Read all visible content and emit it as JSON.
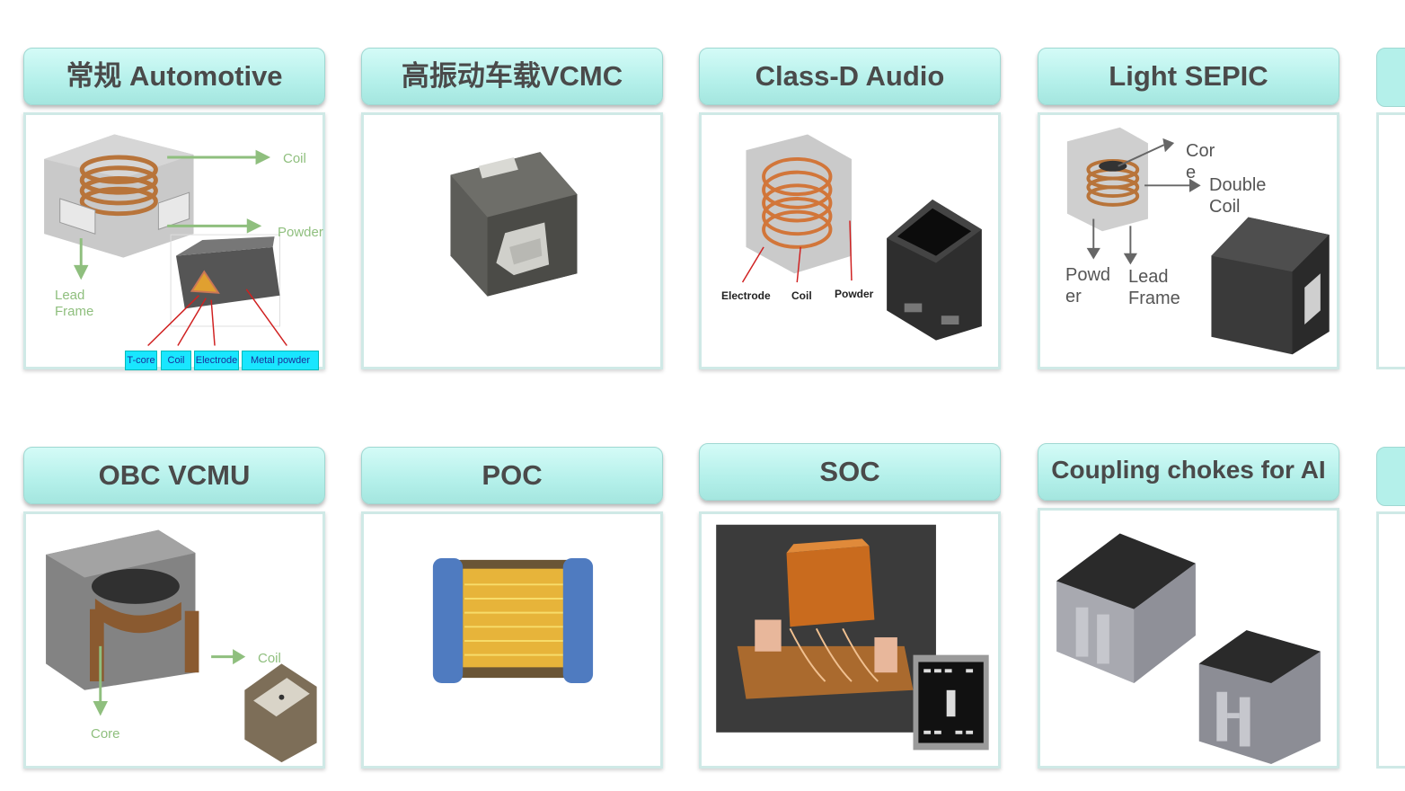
{
  "tiles": [
    {
      "title": "常规 Automotive",
      "labels": {
        "coil": "Coil",
        "powder": "Powder",
        "lead_frame": "Lead\nFrame"
      },
      "chips": [
        "T-core",
        "Coil",
        "Electrode",
        "Metal powder"
      ]
    },
    {
      "title": "高振动车载VCMC"
    },
    {
      "title": "Class-D Audio",
      "labels": {
        "electrode": "Electrode",
        "coil": "Coil",
        "powder": "Powder"
      }
    },
    {
      "title": "Light SEPIC",
      "labels": {
        "core": "Cor\ne",
        "double_coil": "Double\nCoil",
        "powder": "Powd\ner",
        "lead_frame": "Lead\nFrame"
      }
    },
    {
      "title": "OBC VCMU",
      "labels": {
        "coil": "Coil",
        "core": "Core"
      }
    },
    {
      "title": "POC"
    },
    {
      "title": "SOC"
    },
    {
      "title": "Coupling chokes for AI"
    }
  ],
  "colors": {
    "header_bg": "#b4f0ea",
    "panel_border": "#cfe9e6",
    "title_text": "#4a4a4a",
    "arrow_green": "#8fbf7e"
  }
}
